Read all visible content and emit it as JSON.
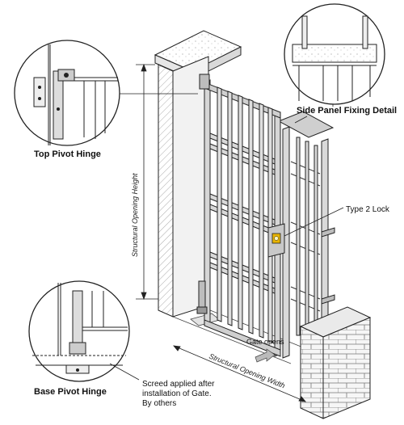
{
  "labels": {
    "top_pivot_hinge": "Top Pivot Hinge",
    "side_panel_fixing_detail": "Side Panel Fixing Detail",
    "type2_lock": "Type 2 Lock",
    "structural_opening_height": "Structural Opening Height",
    "structural_opening_width": "Structural Opening Width",
    "gate_opens": "Gate opens",
    "base_pivot_hinge": "Base Pivot Hinge",
    "screed_note": [
      "Screed applied after",
      "installation of Gate.",
      "By others"
    ]
  },
  "colors": {
    "line": "#222222",
    "steel": "#d7d7d7",
    "steel_dark": "#9a9a9a",
    "concrete": "#efefef",
    "brick": "#f4f4f4",
    "lock": "#e8b400"
  }
}
